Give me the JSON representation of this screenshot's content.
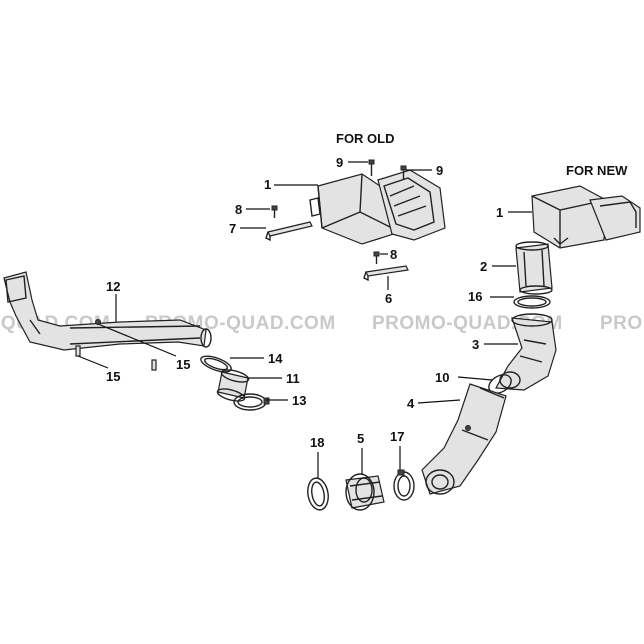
{
  "watermark": {
    "text_left": "-QUAD.COM",
    "text_mid1": "PROMO-QUAD.COM",
    "text_mid2": "PROMO-QUAD.COM",
    "text_right": "PRO"
  },
  "headings": {
    "for_old": "FOR OLD",
    "for_new": "FOR NEW"
  },
  "callouts": {
    "c1_old": "1",
    "c9_a": "9",
    "c9_b": "9",
    "c8_a": "8",
    "c7": "7",
    "c8_b": "8",
    "c6": "6",
    "c1_new": "1",
    "c2": "2",
    "c16": "16",
    "c3": "3",
    "c10": "10",
    "c4": "4",
    "c12": "12",
    "c14": "14",
    "c11": "11",
    "c13": "13",
    "c15_a": "15",
    "c15_b": "15",
    "c18": "18",
    "c5": "5",
    "c17": "17"
  }
}
